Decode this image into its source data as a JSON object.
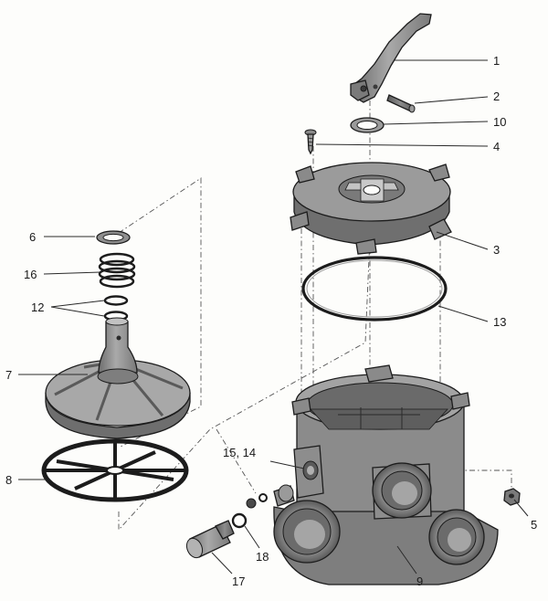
{
  "diagram": {
    "colors": {
      "ink": "#1c1c1c",
      "part_fill": "#8f8f8f",
      "part_shadow": "#6b6b6b",
      "part_light": "#b9b9b9",
      "background": "#fdfdfb"
    },
    "callouts": [
      {
        "id": "1",
        "text": "1"
      },
      {
        "id": "2",
        "text": "2"
      },
      {
        "id": "10",
        "text": "10"
      },
      {
        "id": "4",
        "text": "4"
      },
      {
        "id": "3",
        "text": "3"
      },
      {
        "id": "13",
        "text": "13"
      },
      {
        "id": "6",
        "text": "6"
      },
      {
        "id": "16",
        "text": "16"
      },
      {
        "id": "12",
        "text": "12"
      },
      {
        "id": "7",
        "text": "7"
      },
      {
        "id": "8",
        "text": "8"
      },
      {
        "id": "15_14",
        "text": "15, 14"
      },
      {
        "id": "5",
        "text": "5"
      },
      {
        "id": "18",
        "text": "18"
      },
      {
        "id": "17",
        "text": "17"
      },
      {
        "id": "9",
        "text": "9"
      }
    ]
  }
}
